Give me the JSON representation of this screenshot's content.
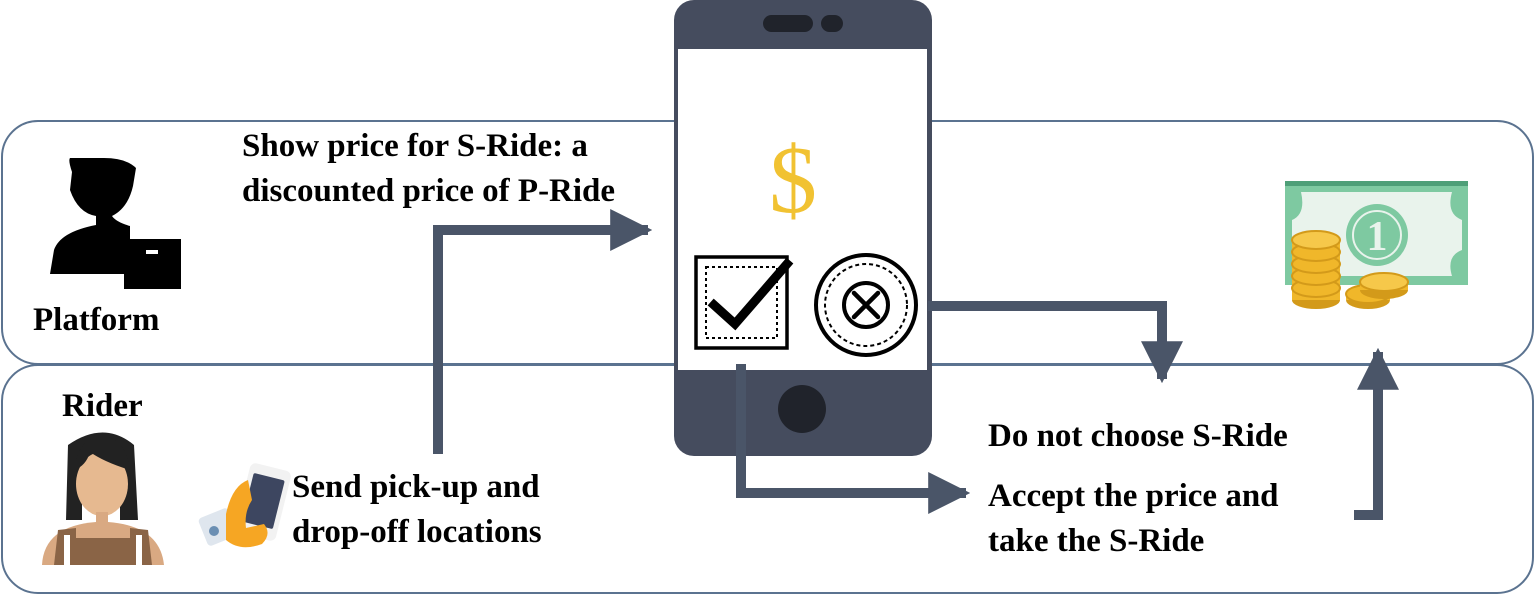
{
  "colors": {
    "lane_border": "#5b7390",
    "arrow": "#4a5568",
    "phone_body": "#454c5e",
    "phone_screen": "#ffffff",
    "dollar": "#f1c232",
    "banknote": "#7ec9a1",
    "coin": "#f0b72a"
  },
  "lanes": {
    "platform": {
      "label": "Platform",
      "icon": "platform-operator-icon"
    },
    "rider": {
      "label": "Rider",
      "icon": "rider-person-icon"
    }
  },
  "phone": {
    "screen_symbol": "$",
    "accept_icon": "checkbox-check-icon",
    "reject_icon": "circle-x-icon"
  },
  "steps": {
    "send_request": [
      "Send pick-up and",
      "drop-off locations"
    ],
    "show_price": [
      "Show price for S-Ride: a",
      "discounted price of P-Ride"
    ],
    "reject": "Do not choose S-Ride",
    "accept": [
      "Accept the price and",
      "take the S-Ride"
    ]
  },
  "payment": {
    "icon": "money-banknote-coins-icon"
  }
}
